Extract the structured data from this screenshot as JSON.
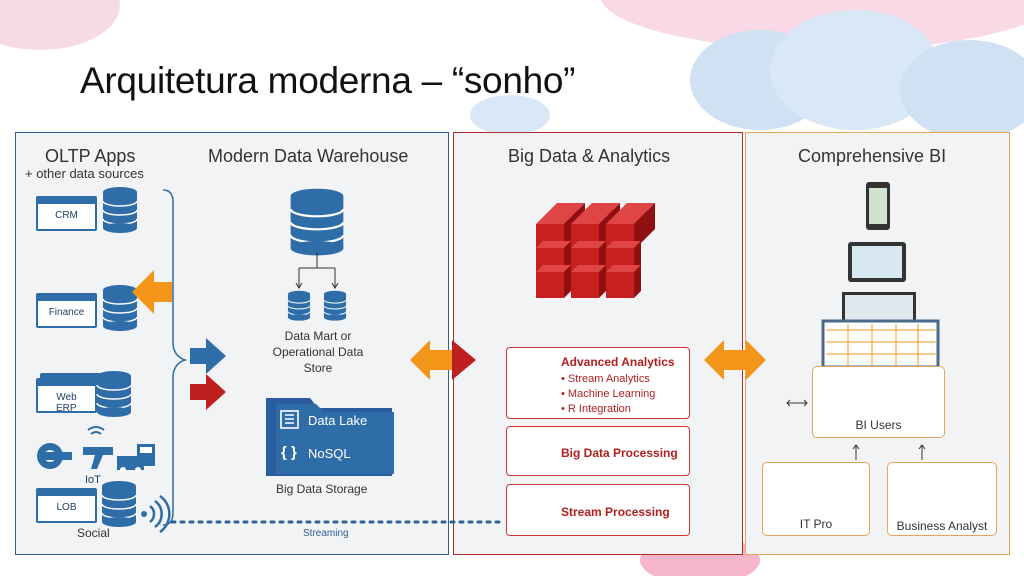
{
  "slide": {
    "title": "Arquitetura moderna – “sonho”"
  },
  "oltp": {
    "header": "OLTP Apps",
    "subheader": "+ other data sources",
    "sources": [
      "CRM",
      "Finance",
      "Web",
      "ERP",
      "IoT",
      "LOB",
      "Social"
    ]
  },
  "warehouse": {
    "header": "Modern Data Warehouse",
    "mart_label": "Data Mart or Operational Data Store",
    "lake": "Data Lake",
    "nosql": "NoSQL",
    "nosql_glyph": "{ }",
    "storage_label": "Big Data Storage",
    "streaming": "Streaming"
  },
  "bigdata": {
    "header": "Big Data & Analytics",
    "advanced": {
      "title": "Advanced Analytics",
      "items": [
        "Stream Analytics",
        "Machine Learning",
        "R Integration"
      ]
    },
    "processing": "Big Data Processing",
    "stream": "Stream Processing"
  },
  "bi": {
    "header": "Comprehensive BI",
    "users": "BI Users",
    "it_pro": "IT Pro",
    "analyst": "Business Analyst"
  },
  "colors": {
    "blue": "#2e6da8",
    "red": "#c01f1f",
    "orange": "#f39619"
  }
}
